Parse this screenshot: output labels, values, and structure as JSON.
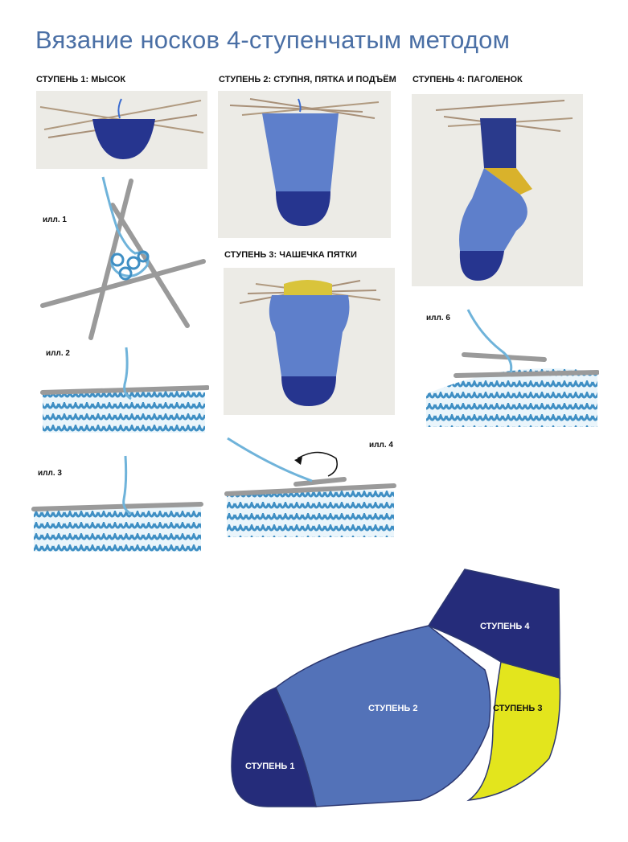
{
  "title": "Вязание носков 4-ступенчатым методом",
  "steps": {
    "step1": "СТУПЕНЬ 1: МЫСОК",
    "step2": "СТУПЕНЬ 2: СТУПНЯ, ПЯТКА И ПОДЪЁМ",
    "step3": "СТУПЕНЬ 3: ЧАШЕЧКА ПЯТКИ",
    "step4": "СТУПЕНЬ 4: ПАГОЛЕНОК"
  },
  "illustrations": {
    "ill1": "илл. 1",
    "ill2": "илл. 2",
    "ill3": "илл. 3",
    "ill4": "илл. 4",
    "ill6": "илл. 6"
  },
  "diagram": {
    "zone1": "СТУПЕНЬ 1",
    "zone2": "СТУПЕНЬ 2",
    "zone3": "СТУПЕНЬ 3",
    "zone4": "СТУПЕНЬ 4"
  },
  "colors": {
    "title": "#4a6fa5",
    "dark_blue": "#252c7a",
    "mid_blue": "#5372b8",
    "yellow": "#e3e51d",
    "yarn": "#6fb3da",
    "needle": "#9a9a9a"
  }
}
